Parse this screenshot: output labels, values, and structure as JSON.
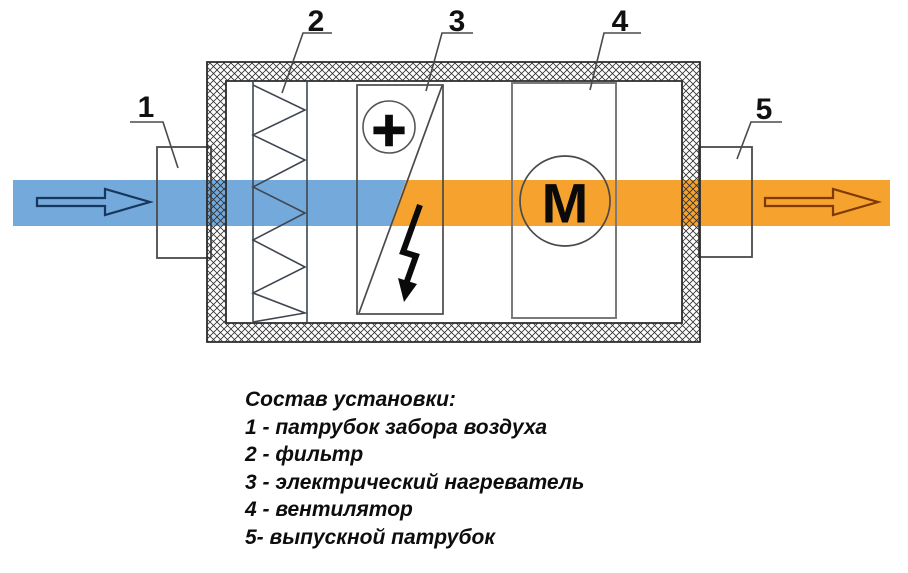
{
  "diagram": {
    "labels": {
      "inlet": "1",
      "filter": "2",
      "heater": "3",
      "fan": "4",
      "outlet": "5"
    },
    "symbols": {
      "motor": "M",
      "heater_plus": "+"
    },
    "icons": {
      "heater_circle": "plus-icon",
      "heater_electric": "lightning-bolt-icon",
      "cold_flow": "arrow-right-icon",
      "hot_flow": "arrow-right-icon",
      "casing_insulation": "crosshatch-wall",
      "filter_element": "zigzag-filter"
    },
    "colors": {
      "cold_air": "#74A9DB",
      "hot_air": "#F5A22F",
      "cold_arrow_outline": "#17365D",
      "hot_arrow_outline": "#7F3A00",
      "line": "#2B2B2B"
    }
  },
  "legend": {
    "title": "Состав установки:",
    "items": [
      "1 - патрубок забора воздуха",
      "2 - фильтр",
      "3 - электрический нагреватель",
      "4 - вентилятор",
      "5- выпускной патрубок"
    ]
  }
}
